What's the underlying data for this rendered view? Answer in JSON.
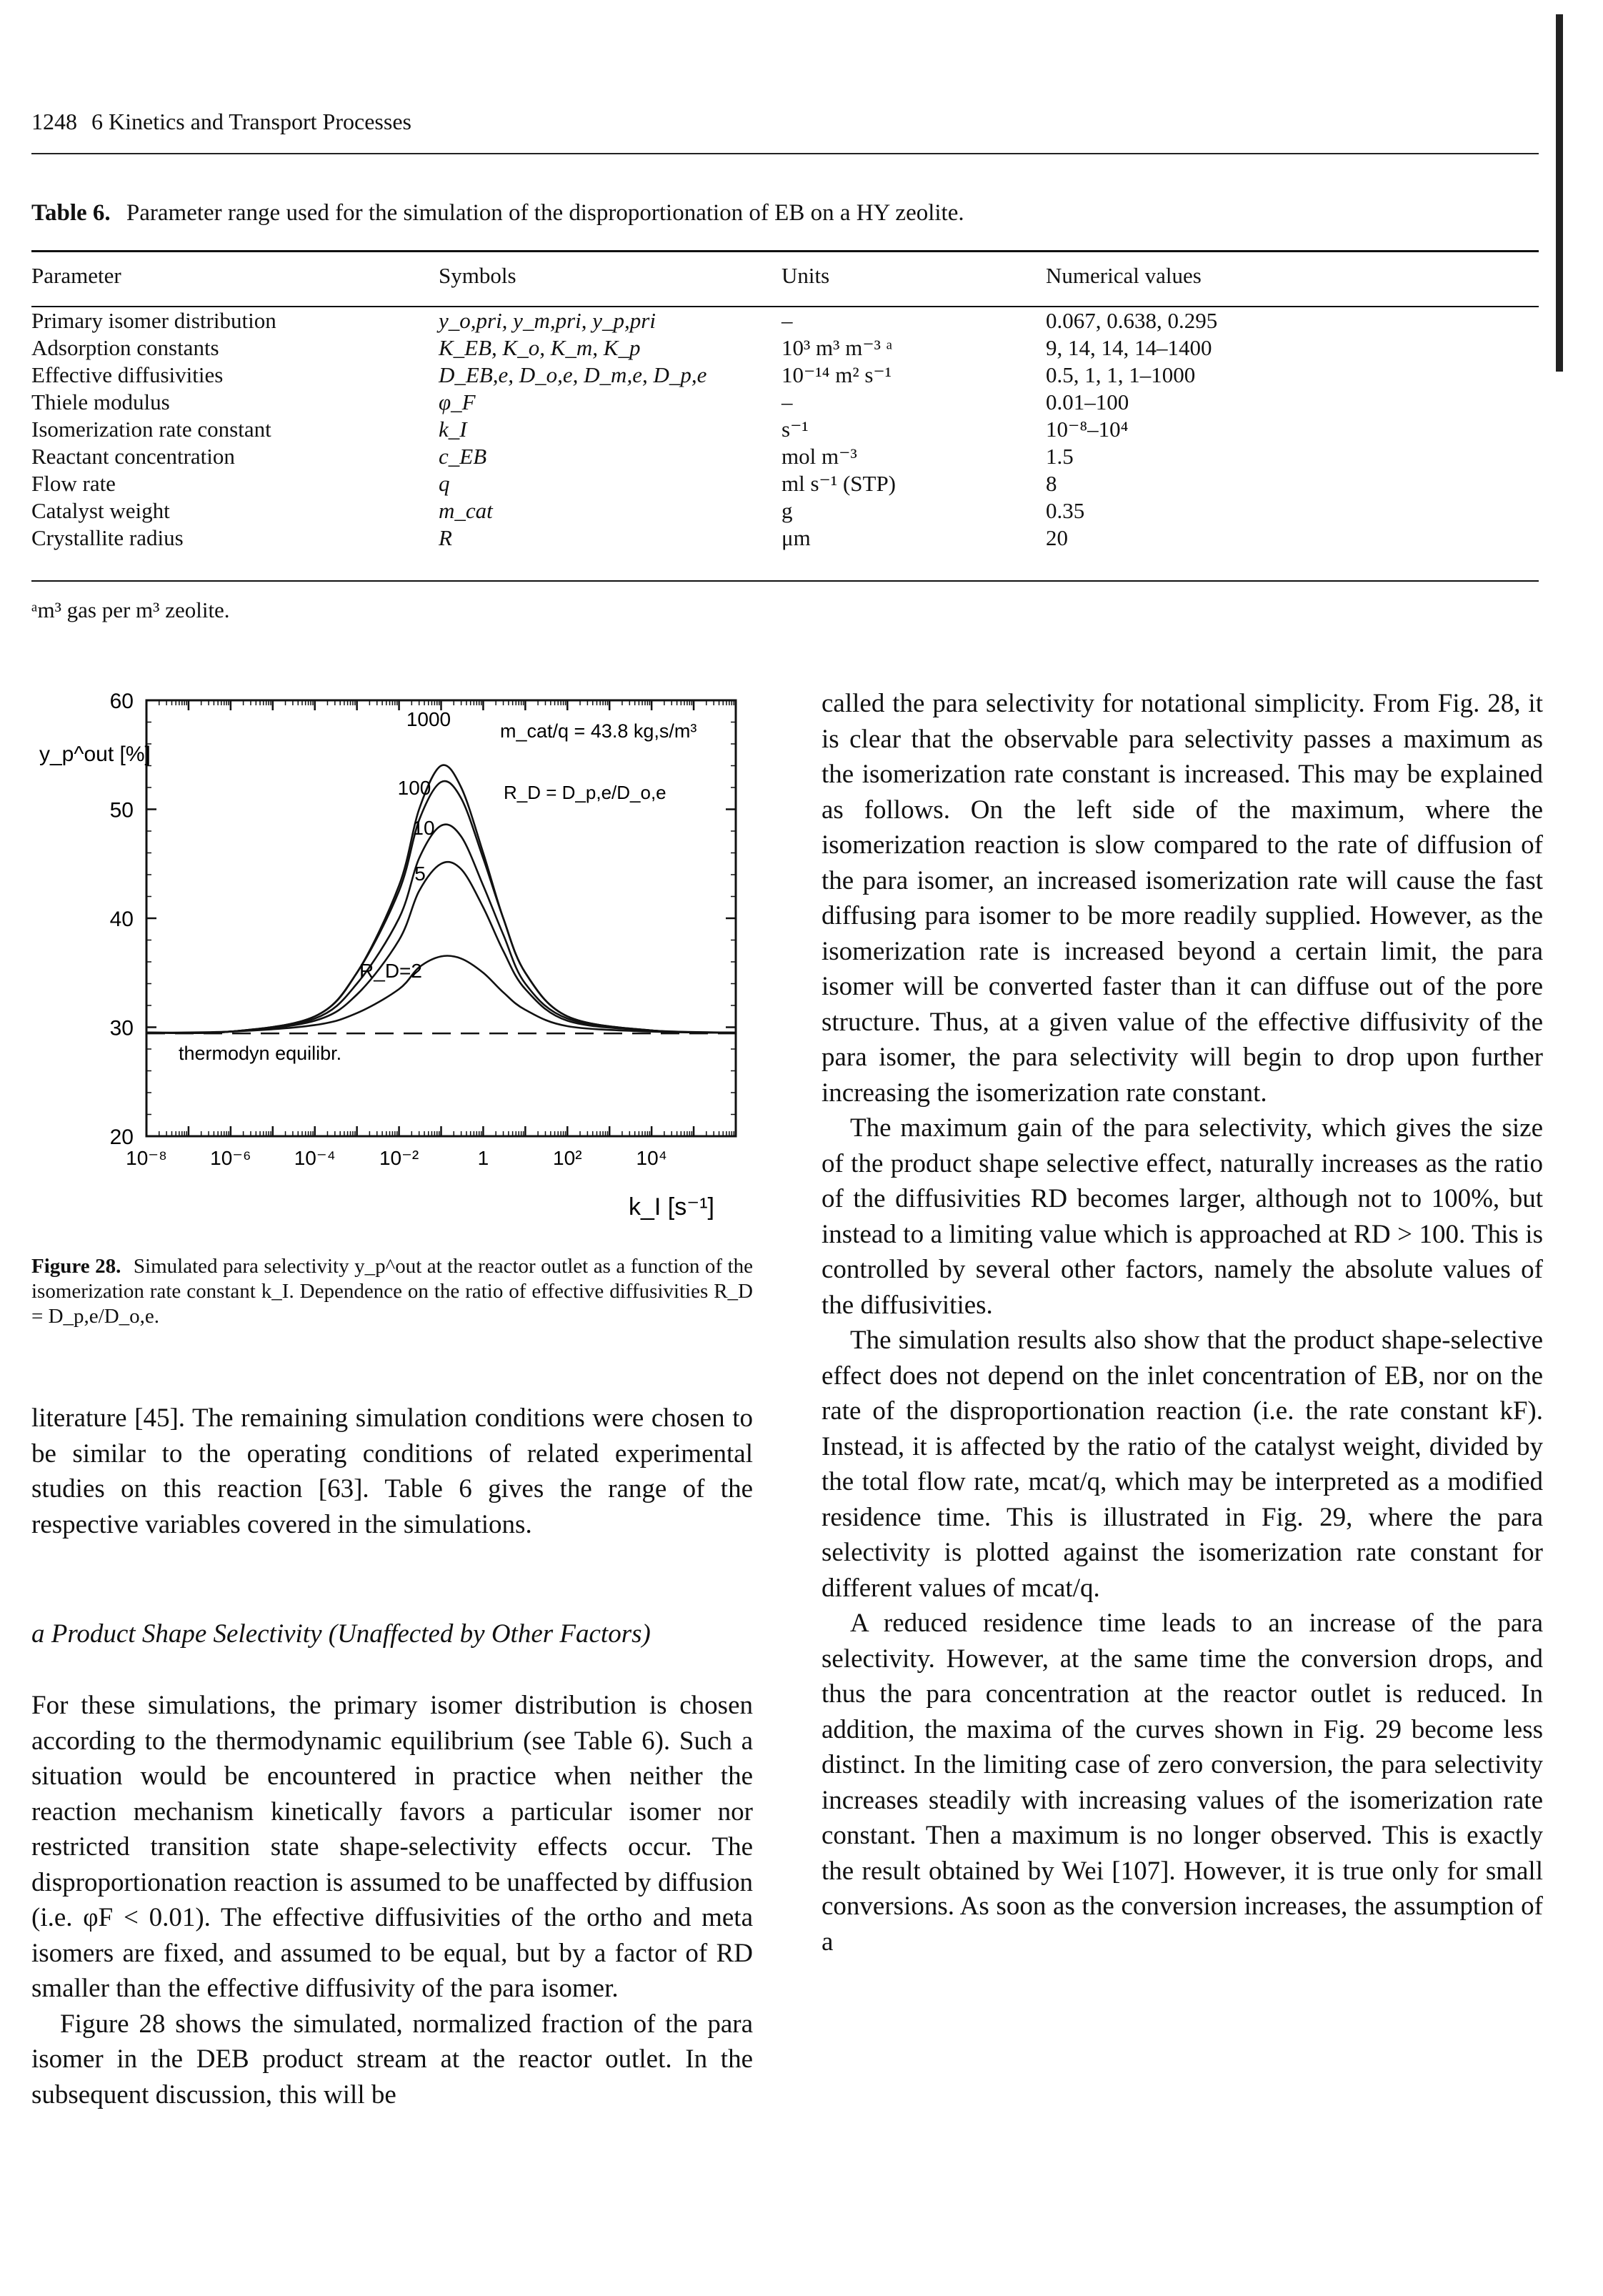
{
  "header": {
    "page_number": "1248",
    "running_title": "6 Kinetics and Transport Processes"
  },
  "table": {
    "label": "Table 6.",
    "caption": "Parameter range used for the simulation of the disproportionation of EB on a HY zeolite.",
    "columns": [
      "Parameter",
      "Symbols",
      "Units",
      "Numerical values"
    ],
    "rows": [
      [
        "Primary isomer distribution",
        "y_o,pri, y_m,pri, y_p,pri",
        "–",
        "0.067, 0.638, 0.295"
      ],
      [
        "Adsorption constants",
        "K_EB, K_o, K_m, K_p",
        "10³ m³ m⁻³ ᵃ",
        "9, 14, 14, 14–1400"
      ],
      [
        "Effective diffusivities",
        "D_EB,e, D_o,e, D_m,e, D_p,e",
        "10⁻¹⁴ m² s⁻¹",
        "0.5, 1, 1, 1–1000"
      ],
      [
        "Thiele modulus",
        "φ_F",
        "–",
        "0.01–100"
      ],
      [
        "Isomerization rate constant",
        "k_I",
        "s⁻¹",
        "10⁻⁸–10⁴"
      ],
      [
        "Reactant concentration",
        "c_EB",
        "mol m⁻³",
        "1.5"
      ],
      [
        "Flow rate",
        "q",
        "ml s⁻¹ (STP)",
        "8"
      ],
      [
        "Catalyst weight",
        "m_cat",
        "g",
        "0.35"
      ],
      [
        "Crystallite radius",
        "R",
        "μm",
        "20"
      ]
    ],
    "footnote": "ᵃm³ gas per m³ zeolite."
  },
  "figure": {
    "label": "Figure 28.",
    "caption": "Simulated para selectivity y_p^out at the reactor outlet as a function of the isomerization rate constant k_I. Dependence on the ratio of effective diffusivities R_D = D_p,e/D_o,e.",
    "param_label": "m_cat/q = 43.8 kg,s/m³",
    "ratio_label": "R_D = D_p,e/D_o,e",
    "equilibrium_label": "thermodyn equilibr."
  },
  "chart_data": {
    "type": "line",
    "xscale": "log",
    "xlabel": "k_I [s⁻¹]",
    "ylabel": "y_p^out [%]",
    "xlim": [
      1e-08,
      1000000.0
    ],
    "ylim": [
      20,
      60
    ],
    "xticks": [
      "10⁻⁸",
      "10⁻⁶",
      "10⁻⁴",
      "10⁻²",
      "1",
      "10²",
      "10⁴"
    ],
    "yticks": [
      20,
      30,
      40,
      50,
      60
    ],
    "series": [
      {
        "name": "1000",
        "x": [
          1e-08,
          1e-06,
          0.0001,
          0.001,
          0.01,
          0.03,
          0.1,
          0.3,
          1,
          3,
          10,
          100,
          10000.0,
          1000000.0
        ],
        "values": [
          29.5,
          29.6,
          31,
          35,
          43,
          50,
          54,
          52,
          46,
          40,
          35,
          31,
          29.7,
          29.5
        ]
      },
      {
        "name": "100",
        "x": [
          1e-08,
          1e-06,
          0.0001,
          0.001,
          0.01,
          0.03,
          0.1,
          0.3,
          1,
          3,
          10,
          100,
          10000.0,
          1000000.0
        ],
        "values": [
          29.5,
          29.6,
          31,
          35,
          42.5,
          49,
          52.5,
          51,
          45.5,
          40,
          35,
          31,
          29.7,
          29.5
        ]
      },
      {
        "name": "10",
        "x": [
          1e-08,
          1e-06,
          0.0001,
          0.001,
          0.01,
          0.03,
          0.1,
          0.3,
          1,
          3,
          10,
          100,
          10000.0,
          1000000.0
        ],
        "values": [
          29.5,
          29.6,
          30.8,
          34,
          40,
          45.5,
          48.5,
          47.5,
          43,
          38.5,
          34,
          30.8,
          29.7,
          29.5
        ]
      },
      {
        "name": "5",
        "x": [
          1e-08,
          1e-06,
          0.0001,
          0.001,
          0.01,
          0.03,
          0.1,
          0.3,
          1,
          3,
          10,
          100,
          10000.0,
          1000000.0
        ],
        "values": [
          29.5,
          29.6,
          30.6,
          33,
          38,
          42.5,
          45,
          44.5,
          41,
          37,
          33.5,
          30.6,
          29.7,
          29.5
        ]
      },
      {
        "name": "R_D=2",
        "x": [
          1e-08,
          1e-06,
          0.0001,
          0.001,
          0.01,
          0.03,
          0.1,
          0.3,
          1,
          3,
          10,
          100,
          10000.0,
          1000000.0
        ],
        "values": [
          29.5,
          29.6,
          30.2,
          31.3,
          33.5,
          35.5,
          36.5,
          36.3,
          35,
          33.2,
          31.6,
          30.1,
          29.6,
          29.5
        ]
      }
    ],
    "reference_line": {
      "y": 29.5
    }
  },
  "left_col": {
    "p1": "literature [45]. The remaining simulation conditions were chosen to be similar to the operating conditions of related experimental studies on this reaction [63]. Table 6 gives the range of the respective variables covered in the simulations.",
    "section_heading": "a Product Shape Selectivity (Unaffected by Other Factors)",
    "p2": "For these simulations, the primary isomer distribution is chosen according to the thermodynamic equilibrium (see Table 6). Such a situation would be encountered in practice when neither the reaction mechanism kinetically favors a particular isomer nor restricted transition state shape-selectivity effects occur. The disproportionation reaction is assumed to be unaffected by diffusion (i.e. φF < 0.01). The effective diffusivities of the ortho and meta isomers are fixed, and assumed to be equal, but by a factor of RD smaller than the effective diffusivity of the para isomer.",
    "p3": "Figure 28 shows the simulated, normalized fraction of the para isomer in the DEB product stream at the reactor outlet. In the subsequent discussion, this will be"
  },
  "right_col": {
    "p1": "called the para selectivity for notational simplicity. From Fig. 28, it is clear that the observable para selectivity passes a maximum as the isomerization rate constant is increased. This may be explained as follows. On the left side of the maximum, where the isomerization reaction is slow compared to the rate of diffusion of the para isomer, an increased isomerization rate will cause the fast diffusing para isomer to be more readily supplied. However, as the isomerization rate is increased beyond a certain limit, the para isomer will be converted faster than it can diffuse out of the pore structure. Thus, at a given value of the effective diffusivity of the para isomer, the para selectivity will begin to drop upon further increasing the isomerization rate constant.",
    "p2": "The maximum gain of the para selectivity, which gives the size of the product shape selective effect, naturally increases as the ratio of the diffusivities RD becomes larger, although not to 100%, but instead to a limiting value which is approached at RD > 100. This is controlled by several other factors, namely the absolute values of the diffusivities.",
    "p3": "The simulation results also show that the product shape-selective effect does not depend on the inlet concentration of EB, nor on the rate of the disproportionation reaction (i.e. the rate constant kF). Instead, it is affected by the ratio of the catalyst weight, divided by the total flow rate, mcat/q, which may be interpreted as a modified residence time. This is illustrated in Fig. 29, where the para selectivity is plotted against the isomerization rate constant for different values of mcat/q.",
    "p4": "A reduced residence time leads to an increase of the para selectivity. However, at the same time the conversion drops, and thus the para concentration at the reactor outlet is reduced. In addition, the maxima of the curves shown in Fig. 29 become less distinct. In the limiting case of zero conversion, the para selectivity increases steadily with increasing values of the isomerization rate constant. Then a maximum is no longer observed. This is exactly the result obtained by Wei [107]. However, it is true only for small conversions. As soon as the conversion increases, the assumption of a"
  }
}
